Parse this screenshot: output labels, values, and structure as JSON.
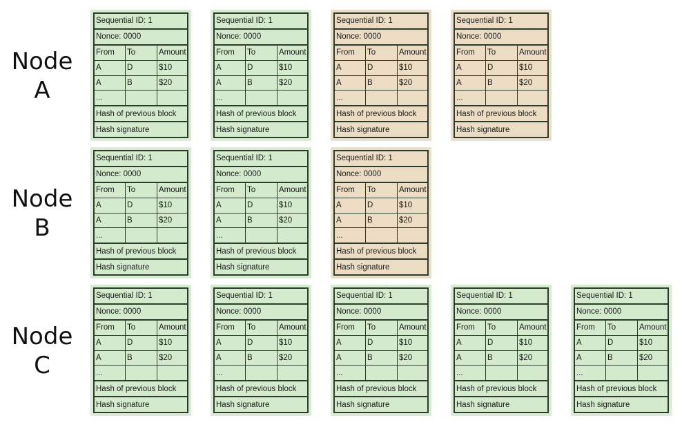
{
  "nodes": [
    {
      "name_line1": "Node",
      "name_line2": "A",
      "blocks": [
        {
          "color": "#d8ecd3",
          "state": "green"
        },
        {
          "color": "#d8ecd3",
          "state": "green"
        },
        {
          "color": "#eadfc9",
          "state": "tan"
        },
        {
          "color": "#eadfc9",
          "state": "tan"
        }
      ]
    },
    {
      "name_line1": "Node",
      "name_line2": "B",
      "blocks": [
        {
          "color": "#d8ecd3",
          "state": "green"
        },
        {
          "color": "#d8ecd3",
          "state": "green"
        },
        {
          "color": "#eadfc9",
          "state": "tan"
        }
      ]
    },
    {
      "name_line1": "Node",
      "name_line2": "C",
      "blocks": [
        {
          "color": "#d8ecd3",
          "state": "green"
        },
        {
          "color": "#d8ecd3",
          "state": "green"
        },
        {
          "color": "#d8ecd3",
          "state": "green"
        },
        {
          "color": "#d8ecd3",
          "state": "green"
        },
        {
          "color": "#d8ecd3",
          "state": "green"
        }
      ]
    }
  ],
  "block_template": {
    "sequential_id": "Sequential ID: 1",
    "nonce": "Nonce: 0000",
    "headers": [
      "From",
      "To",
      "Amount"
    ],
    "rows": [
      [
        "A",
        "D",
        "$10"
      ],
      [
        "A",
        "B",
        "$20"
      ],
      [
        "...",
        "",
        ""
      ]
    ],
    "prev_hash": "Hash of previous block",
    "signature": "Hash signature"
  }
}
